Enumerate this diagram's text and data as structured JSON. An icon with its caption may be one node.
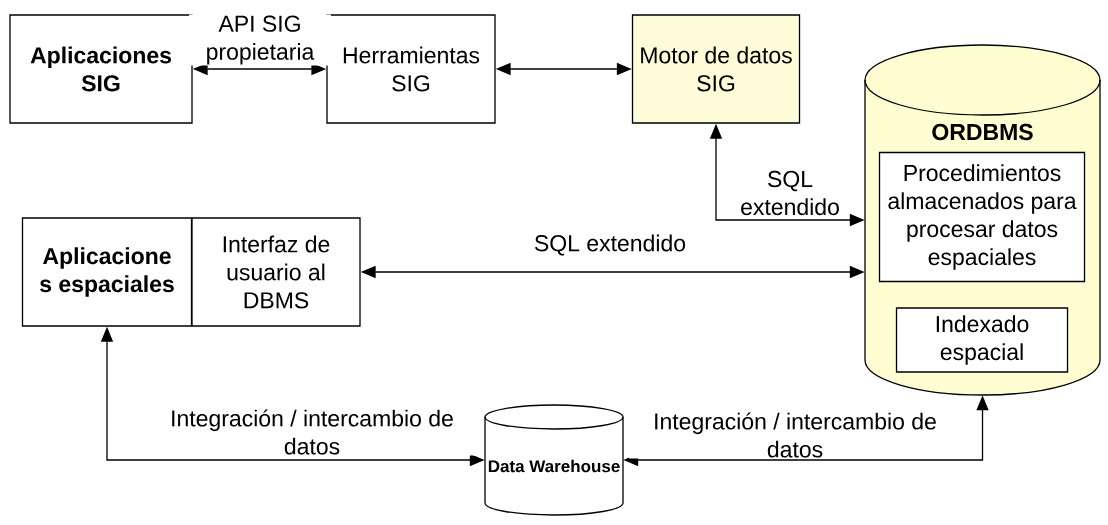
{
  "diagram": {
    "nodes": [
      {
        "text": [
          "Aplicaciones SIG"
        ]
      },
      {
        "text": [
          "Herramientas SIG"
        ]
      },
      {
        "text": [
          "Motor de datos SIG"
        ]
      },
      {
        "text": [
          "ORDBMS"
        ]
      },
      {
        "text": [
          "Procedimientos almacenados para procesar datos espaciales"
        ],
        "in": 3
      },
      {
        "text": [
          "Indexado espacial"
        ],
        "in": 3
      },
      {
        "text": [
          "Aplicacione s espaciales"
        ]
      },
      {
        "text": [
          "Interfaz de usuario al DBMS"
        ]
      },
      {
        "text": [
          "Data Warehouse"
        ]
      }
    ],
    "edges": [
      {
        "from": 0,
        "to": 1,
        "arrow": "both",
        "label": "API SIG propietaria"
      },
      {
        "from": 1,
        "to": 2,
        "arrow": "both"
      },
      {
        "from": 2,
        "to": 3,
        "arrow": "both",
        "label": "SQL extendido"
      },
      {
        "from": 7,
        "to": 3,
        "arrow": "both",
        "label": "SQL extendido"
      },
      {
        "from": 6,
        "to": 8,
        "arrow": "both",
        "label": "Integración / intercambio de datos"
      },
      {
        "from": 8,
        "to": 3,
        "arrow": "both",
        "label": "Integración / intercambio de datos"
      }
    ]
  }
}
